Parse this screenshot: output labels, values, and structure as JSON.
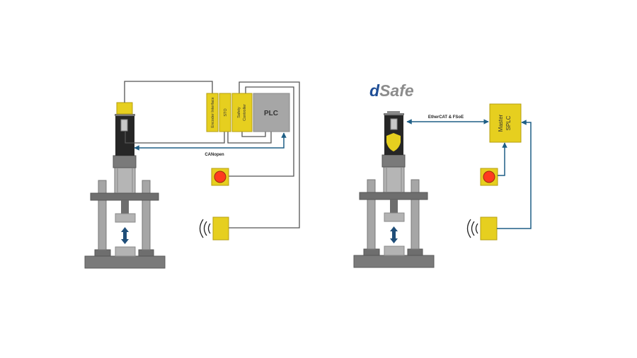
{
  "colors": {
    "yellow": "#e6cf1f",
    "gray": "#a6a6a6",
    "dark_gray": "#6e6e6e",
    "black": "#262626",
    "blue": "#1f5f86",
    "red": "#ff3b1f",
    "brand_blue": "#1f4e96",
    "brand_gray": "#8c8c8c"
  },
  "left": {
    "encoder_interface": "Encoder Interface",
    "sto": "STO",
    "safety_controller": [
      "Safety",
      "Controller"
    ],
    "plc": "PLC",
    "bus_label": "CANopen"
  },
  "right": {
    "brand_d": "d",
    "brand_safe": "Safe",
    "bus_label": "EtherCAT & FSoE",
    "master_splc": [
      "Master",
      "SPLC"
    ]
  }
}
